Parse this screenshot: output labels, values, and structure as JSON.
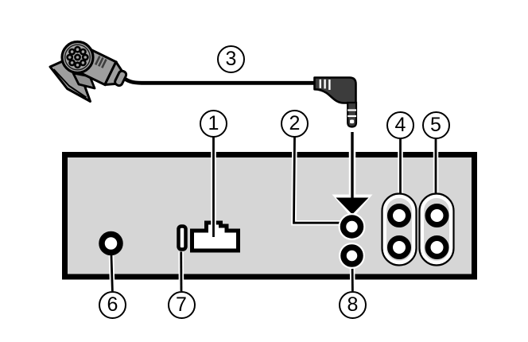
{
  "callouts": [
    {
      "label": "1",
      "part": "wire-harness-connector"
    },
    {
      "label": "2",
      "part": "microphone-input-jack"
    },
    {
      "label": "3",
      "part": "microphone-with-clip-and-cable"
    },
    {
      "label": "4",
      "part": "rca-jack-pair-left"
    },
    {
      "label": "5",
      "part": "rca-jack-pair-right"
    },
    {
      "label": "6",
      "part": "antenna-jack"
    },
    {
      "label": "7",
      "part": "narrow-side-connector"
    },
    {
      "label": "8",
      "part": "lower-panel-jack"
    }
  ],
  "colors": {
    "panel": "#d6d6d6",
    "outline": "#000000",
    "component_fill": "#ffffff",
    "plug_body": "#3c3c3c",
    "mic_body": "#9e9e9e",
    "mic_face": "#a4a4a4",
    "callout_bg": "#ffffff"
  }
}
